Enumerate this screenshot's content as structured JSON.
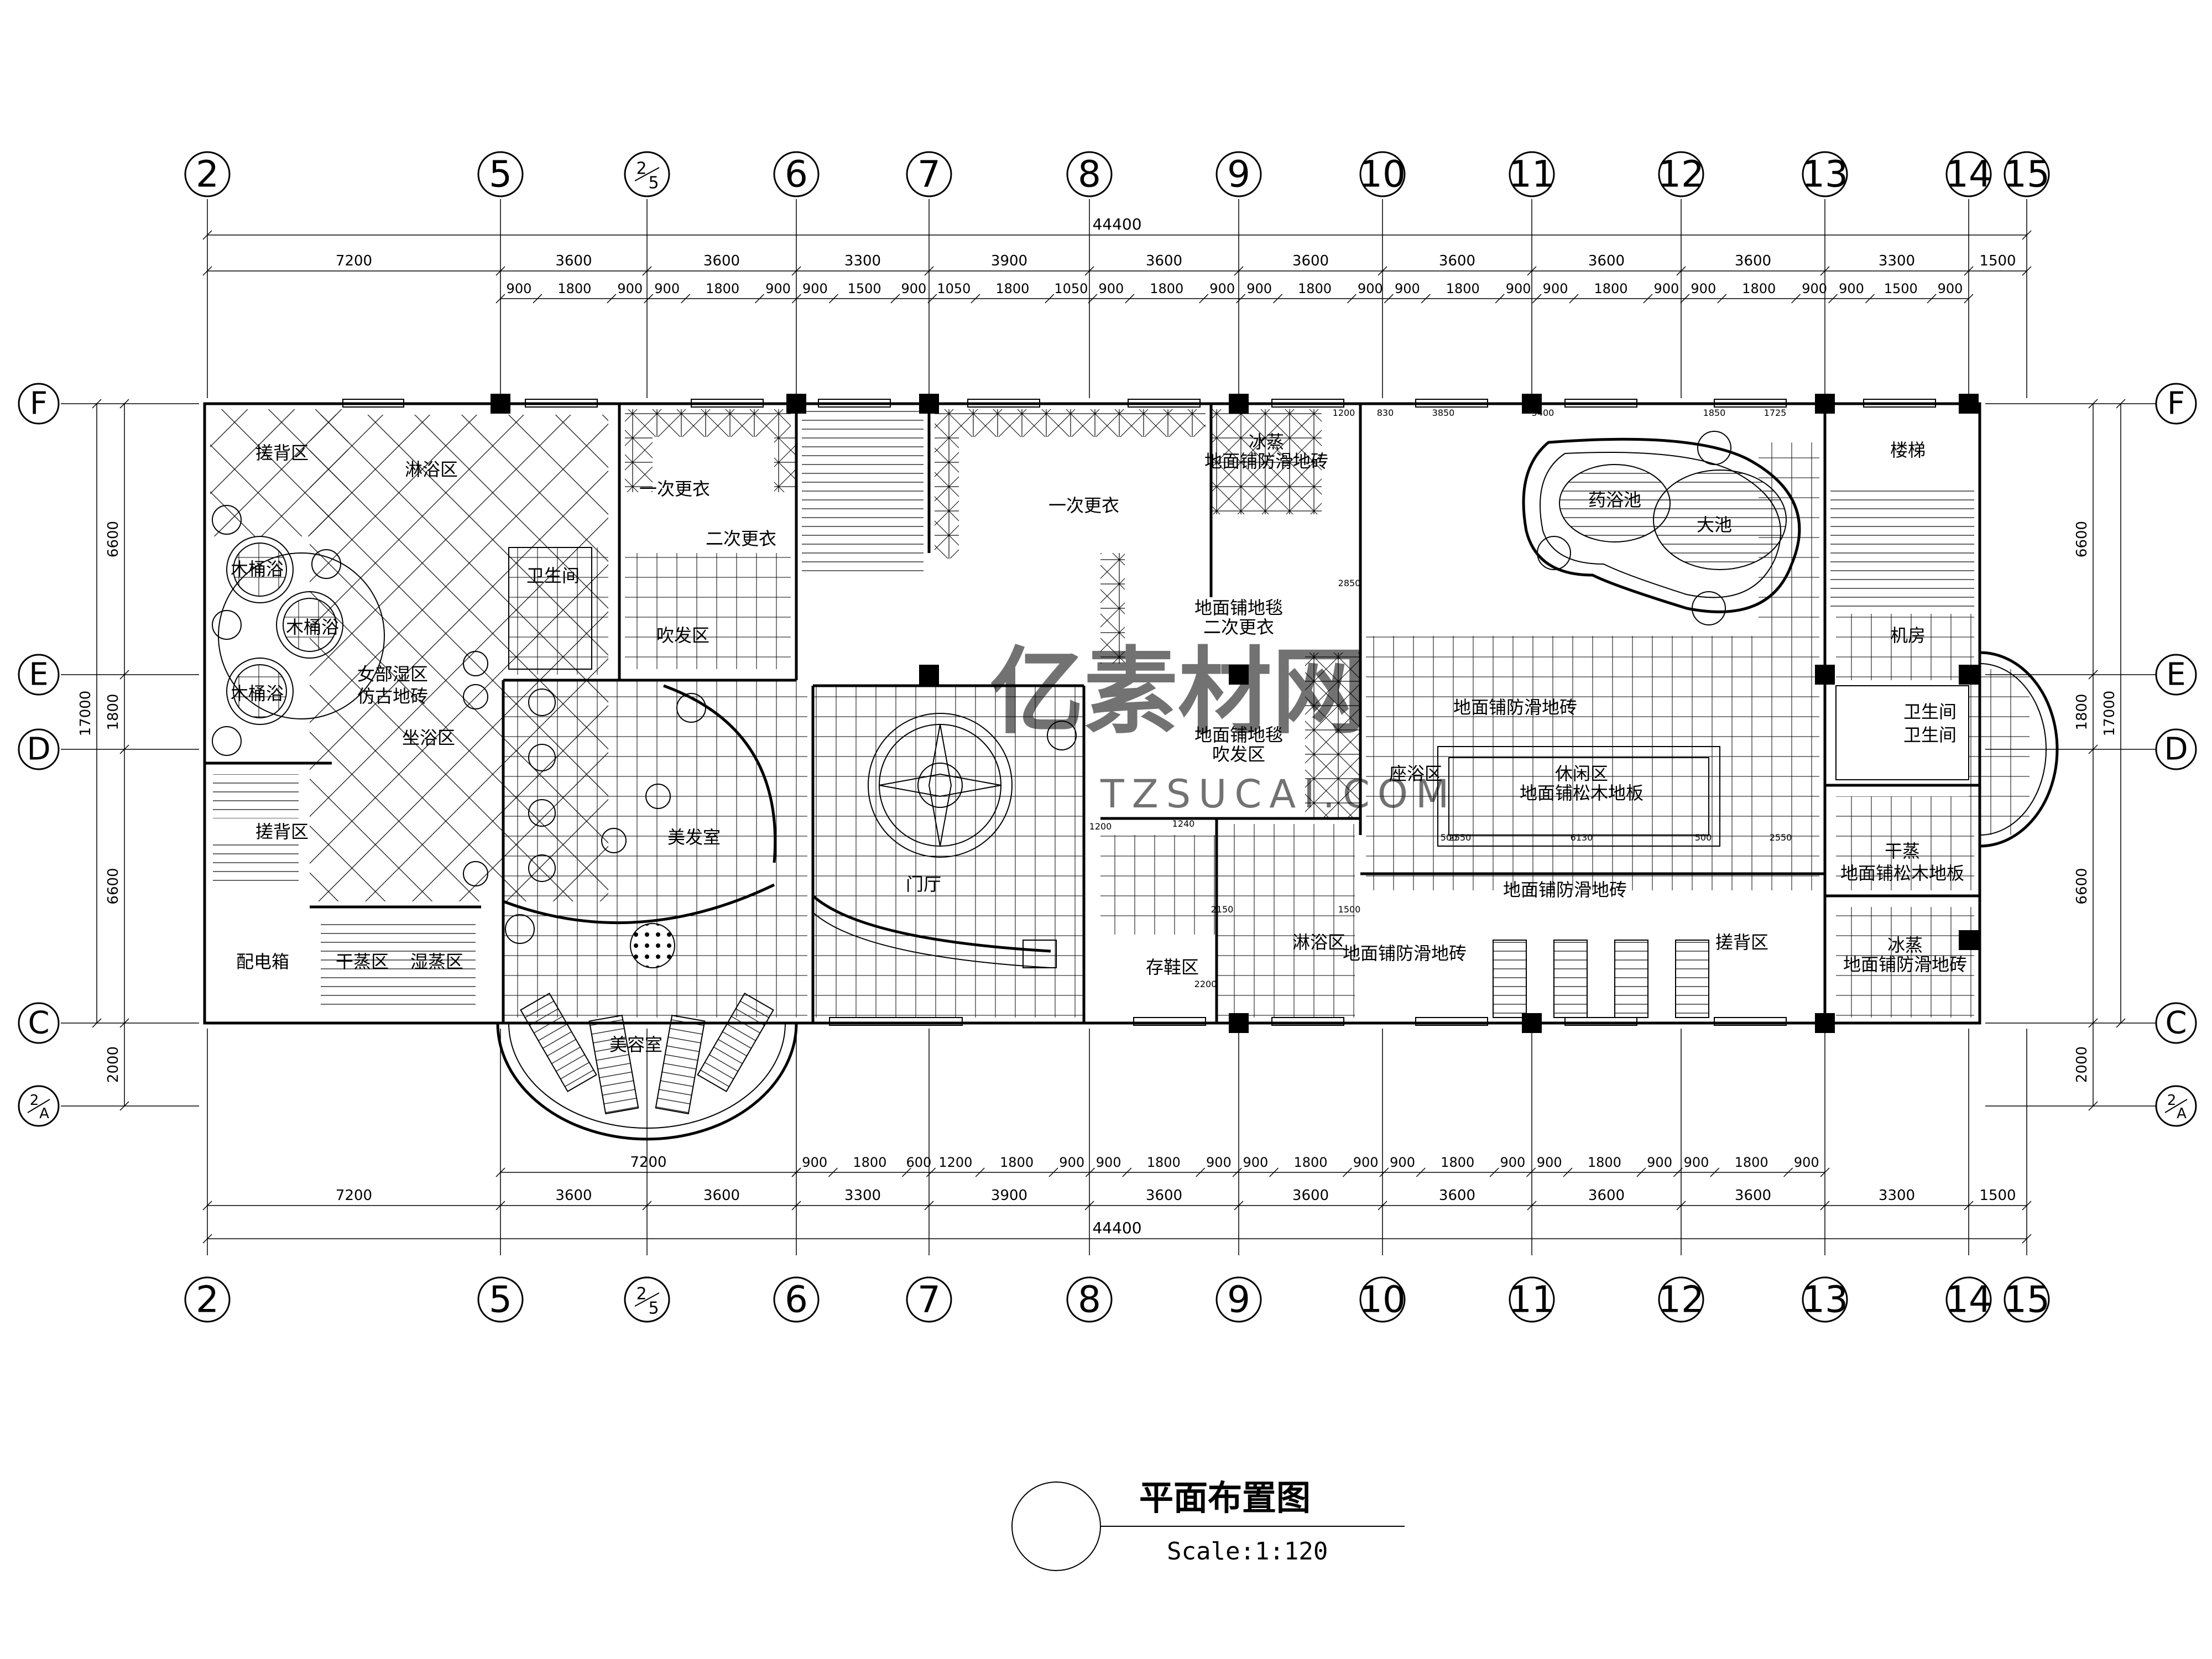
{
  "title": "平面布置图",
  "scale": "Scale:1:120",
  "watermark": {
    "main": "亿素材网",
    "sub": "TZSUCAI.COM"
  },
  "axes_columns": [
    "2",
    "5",
    "2/5",
    "6",
    "7",
    "8",
    "9",
    "10",
    "11",
    "12",
    "13",
    "14",
    "15"
  ],
  "axes_rows": [
    "F",
    "E",
    "D",
    "C",
    "2/A"
  ],
  "dims_top_total": "44400",
  "dims_top_main": [
    "7200",
    "3600",
    "3600",
    "3300",
    "3900",
    "3600",
    "3600",
    "3600",
    "3600",
    "3600",
    "3300",
    "1500"
  ],
  "dims_top_detail": [
    "900",
    "1800",
    "900",
    "900",
    "1800",
    "900",
    "900",
    "1500",
    "900",
    "1050",
    "1800",
    "1050",
    "900",
    "1800",
    "900",
    "900",
    "1800",
    "900",
    "900",
    "1800",
    "900",
    "900",
    "1800",
    "900",
    "900",
    "1800",
    "900",
    "900",
    "1500",
    "900"
  ],
  "dims_bottom_detail_first": "7200",
  "dims_bottom_detail": [
    "900",
    "1800",
    "600",
    "1200",
    "1800",
    "900",
    "900",
    "1800",
    "900",
    "900",
    "1800",
    "900",
    "900",
    "1800",
    "900",
    "900",
    "1800",
    "900",
    "900",
    "1800",
    "900"
  ],
  "dims_bottom_main": [
    "7200",
    "3600",
    "3600",
    "3300",
    "3900",
    "3600",
    "3600",
    "3600",
    "3600",
    "3600",
    "3300",
    "1500"
  ],
  "dims_bottom_total": "44400",
  "dims_side_total": "17000",
  "dims_side": [
    "6600",
    "1800",
    "6600",
    "2000"
  ],
  "rooms": {
    "back_scrub_1": "搓背区",
    "shower_area": "淋浴区",
    "wooden_tub_1": "木桶浴",
    "wooden_tub_2": "木桶浴",
    "wooden_tub_3": "木桶浴",
    "toilet_1": "卫生间",
    "women_wet": "女部湿区",
    "antique_tile": "仿古地砖",
    "sitting_bath": "坐浴区",
    "back_scrub_2": "搓背区",
    "power_box": "配电箱",
    "dry_steam": "干蒸区",
    "wet_steam": "湿蒸区",
    "first_change_1": "一次更衣",
    "second_change_1": "二次更衣",
    "hair_dry_1": "吹发区",
    "hair_salon": "美发室",
    "beauty_room": "美容室",
    "lobby": "门厅",
    "first_change_2": "一次更衣",
    "ice_steam_1": "冰蒸",
    "antislip_1": "地面铺防滑地砖",
    "carpet_1": "地面铺地毯",
    "second_change_2": "二次更衣",
    "carpet_2": "地面铺地毯",
    "hair_dry_2": "吹发区",
    "shoe_storage": "存鞋区",
    "herb_pool": "药浴池",
    "big_pool": "大池",
    "stairs": "楼梯",
    "machine_room": "机房",
    "toilet_2": "卫生间",
    "toilet_3": "卫生间",
    "antislip_2": "地面铺防滑地砖",
    "sitting_bath_2": "座浴区",
    "leisure": "休闲区",
    "pine_floor_1": "地面铺松木地板",
    "antislip_3": "地面铺防滑地砖",
    "dry_steam_2": "干蒸",
    "pine_floor_2": "地面铺松木地板",
    "shower_2": "淋浴区",
    "antislip_4": "地面铺防滑地砖",
    "back_scrub_3": "搓背区",
    "ice_steam_2": "冰蒸",
    "antislip_5": "地面铺防滑地砖"
  },
  "small_dims": [
    "1200",
    "830",
    "3850",
    "5400",
    "1850",
    "1725",
    "2850",
    "1500",
    "6130",
    "2550",
    "1240",
    "2200",
    "500",
    "500",
    "2550",
    "1200",
    "2150"
  ]
}
